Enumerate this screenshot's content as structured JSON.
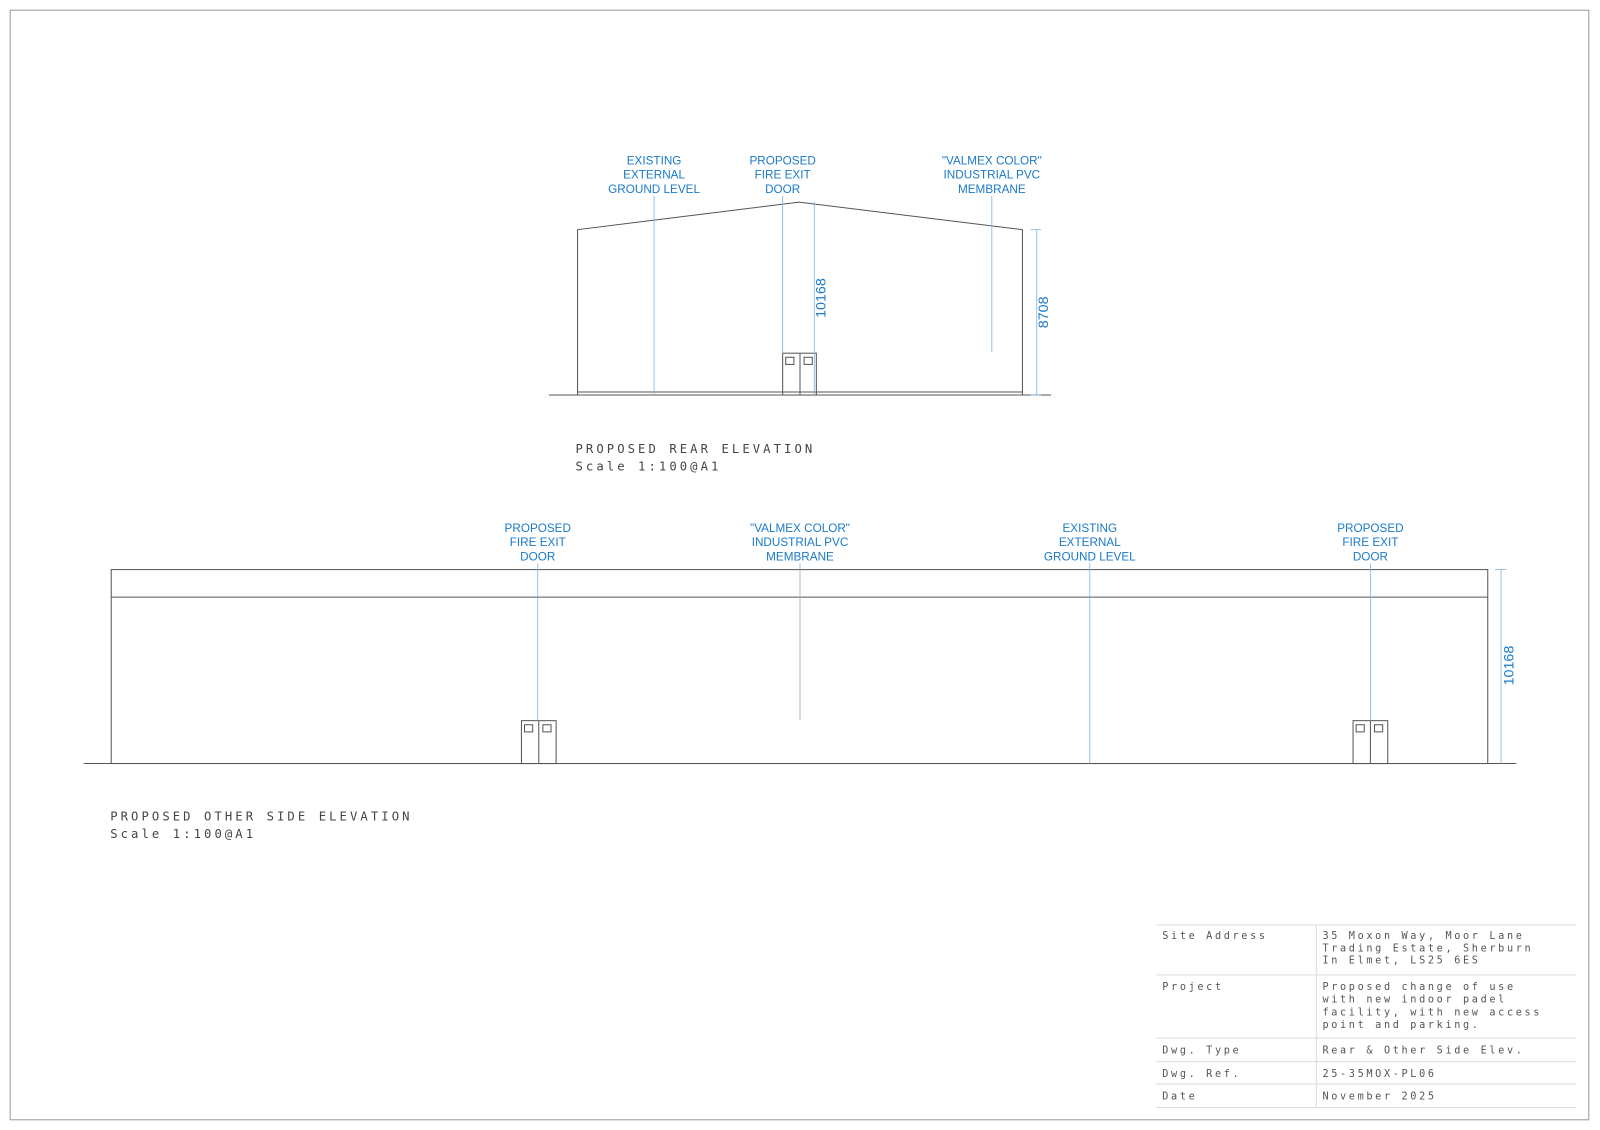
{
  "rear_elevation": {
    "title": "PROPOSED REAR ELEVATION",
    "scale": "Scale 1:100@A1",
    "labels": [
      {
        "lines": [
          "EXISTING",
          "EXTERNAL",
          "GROUND LEVEL"
        ]
      },
      {
        "lines": [
          "PROPOSED",
          "FIRE EXIT",
          "DOOR"
        ]
      },
      {
        "lines": [
          "\"VALMEX COLOR\"",
          "INDUSTRIAL PVC",
          "MEMBRANE"
        ]
      }
    ],
    "dimensions": [
      "10168",
      "8708"
    ]
  },
  "side_elevation": {
    "title": "PROPOSED OTHER SIDE ELEVATION",
    "scale": "Scale 1:100@A1",
    "labels": [
      {
        "lines": [
          "PROPOSED",
          "FIRE EXIT",
          "DOOR"
        ]
      },
      {
        "lines": [
          "\"VALMEX COLOR\"",
          "INDUSTRIAL PVC",
          "MEMBRANE"
        ]
      },
      {
        "lines": [
          "EXISTING",
          "EXTERNAL",
          "GROUND LEVEL"
        ]
      },
      {
        "lines": [
          "PROPOSED",
          "FIRE EXIT",
          "DOOR"
        ]
      }
    ],
    "dimensions": [
      "10168"
    ]
  },
  "title_block": {
    "rows": [
      {
        "key": "Site Address",
        "value": [
          "35 Moxon Way, Moor Lane",
          "Trading Estate, Sherburn",
          "In Elmet, LS25 6ES"
        ]
      },
      {
        "key": "Project",
        "value": [
          "Proposed change of use",
          "with new indoor padel",
          "facility, with new access",
          "point and parking."
        ]
      },
      {
        "key": "Dwg. Type",
        "value": [
          "Rear & Other Side Elev."
        ]
      },
      {
        "key": "Dwg. Ref.",
        "value": [
          "25-35MOX-PL06"
        ]
      },
      {
        "key": "Date",
        "value": [
          "November 2025"
        ]
      }
    ]
  }
}
